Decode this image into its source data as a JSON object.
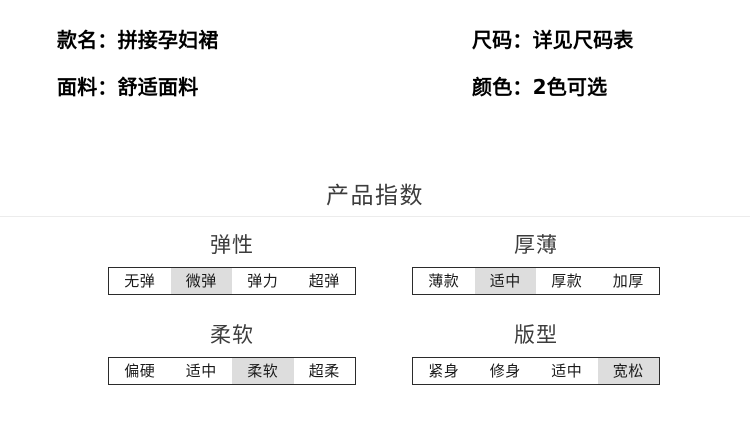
{
  "specs": {
    "left": [
      {
        "key": "款名",
        "sep": "：",
        "value": "拼接孕妇裙"
      },
      {
        "key": "面料",
        "sep": "：",
        "value": "舒适面料"
      }
    ],
    "right": [
      {
        "key": "尺码",
        "sep": "：",
        "value": "详见尺码表"
      },
      {
        "key": "颜色",
        "sep": "：",
        "value": "2色可选"
      }
    ]
  },
  "section": {
    "title": "产品指数"
  },
  "indices": [
    {
      "title": "弹性",
      "options": [
        "无弹",
        "微弹",
        "弹力",
        "超弹"
      ],
      "selected_index": 1,
      "selected": "微弹"
    },
    {
      "title": "厚薄",
      "options": [
        "薄款",
        "适中",
        "厚款",
        "加厚"
      ],
      "selected_index": 1,
      "selected": "适中"
    },
    {
      "title": "柔软",
      "options": [
        "偏硬",
        "适中",
        "柔软",
        "超柔"
      ],
      "selected_index": 2,
      "selected": "柔软"
    },
    {
      "title": "版型",
      "options": [
        "紧身",
        "修身",
        "适中",
        "宽松"
      ],
      "selected_index": 3,
      "selected": "宽松"
    }
  ],
  "colors": {
    "background": "#ffffff",
    "text": "#000000",
    "title_gray": "#3c3c3c",
    "highlight": "#dddddd",
    "border": "#2b2b2b",
    "divider": "#ececec"
  }
}
